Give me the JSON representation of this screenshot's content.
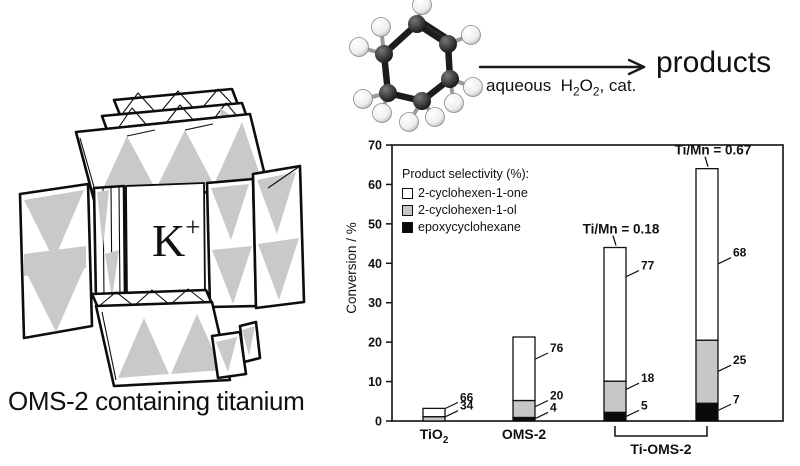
{
  "left_panel": {
    "caption": "OMS-2 containing titanium",
    "tunnel_cation": "K",
    "tunnel_cation_charge": "+",
    "structure_colors": {
      "octahedra_gray": "#c9c9c9",
      "outline": "#0d0d0d"
    }
  },
  "reaction_scheme": {
    "reactant_molecule": "cyclohexene (ball-and-stick)",
    "product_label": "products",
    "conditions_parts": {
      "pre": "aqueous  H",
      "sub1": "2",
      "mid": "O",
      "sub2": "2",
      "post": ", cat."
    }
  },
  "chart_data": {
    "type": "bar",
    "stacked": true,
    "title": "",
    "xlabel": "",
    "ylabel": "Conversion / %",
    "ylim": [
      0,
      70
    ],
    "yticks": [
      0,
      10,
      20,
      30,
      40,
      50,
      60,
      70
    ],
    "grid": false,
    "legend": {
      "title": "Product selectivity (%):",
      "position": "top-left-inside",
      "entries": [
        {
          "key": "one",
          "label": "2-cyclohexen-1-one",
          "color": "#ffffff"
        },
        {
          "key": "ol",
          "label": "2-cyclohexen-1-ol",
          "color": "#c7c7c7"
        },
        {
          "key": "epoxy",
          "label": "epoxycyclohexane",
          "color": "#0a0a0a"
        }
      ]
    },
    "series_colors": {
      "one": "#ffffff",
      "ol": "#c7c7c7",
      "epoxy": "#0a0a0a"
    },
    "bars": [
      {
        "category": "TiO2",
        "category_parts": {
          "main": "TiO",
          "sub": "2"
        },
        "conversion_total": 3.2,
        "stack": [
          {
            "key": "ol",
            "value": 1.1,
            "selectivity_label": "34",
            "label_dy": -11
          },
          {
            "key": "one",
            "value": 2.1,
            "selectivity_label": "66",
            "label_dy": -11
          }
        ]
      },
      {
        "category": "OMS-2",
        "conversion_total": 21.3,
        "stack": [
          {
            "key": "epoxy",
            "value": 0.9,
            "selectivity_label": "4",
            "label_dy": -10
          },
          {
            "key": "ol",
            "value": 4.3,
            "selectivity_label": "20",
            "label_dy": -5
          },
          {
            "key": "one",
            "value": 16.1,
            "selectivity_label": "76",
            "label_dy": 11
          }
        ]
      },
      {
        "category": "Ti-OMS-2 (Ti/Mn = 0.18)",
        "note": "Ti/Mn = 0.18",
        "conversion_total": 44,
        "stack": [
          {
            "key": "epoxy",
            "value": 2.2,
            "selectivity_label": "5",
            "label_dy": -7
          },
          {
            "key": "ol",
            "value": 7.9,
            "selectivity_label": "18",
            "label_dy": -3
          },
          {
            "key": "one",
            "value": 33.9,
            "selectivity_label": "77",
            "label_dy": 18
          }
        ]
      },
      {
        "category": "Ti-OMS-2 (Ti/Mn = 0.67)",
        "note": "Ti/Mn = 0.67",
        "conversion_total": 64,
        "stack": [
          {
            "key": "epoxy",
            "value": 4.5,
            "selectivity_label": "7",
            "label_dy": -4
          },
          {
            "key": "ol",
            "value": 16.0,
            "selectivity_label": "25",
            "label_dy": 20
          },
          {
            "key": "one",
            "value": 43.5,
            "selectivity_label": "68",
            "label_dy": 84
          }
        ]
      }
    ],
    "x_group": {
      "label": "Ti-OMS-2",
      "from_bar": 2,
      "to_bar": 3
    }
  }
}
